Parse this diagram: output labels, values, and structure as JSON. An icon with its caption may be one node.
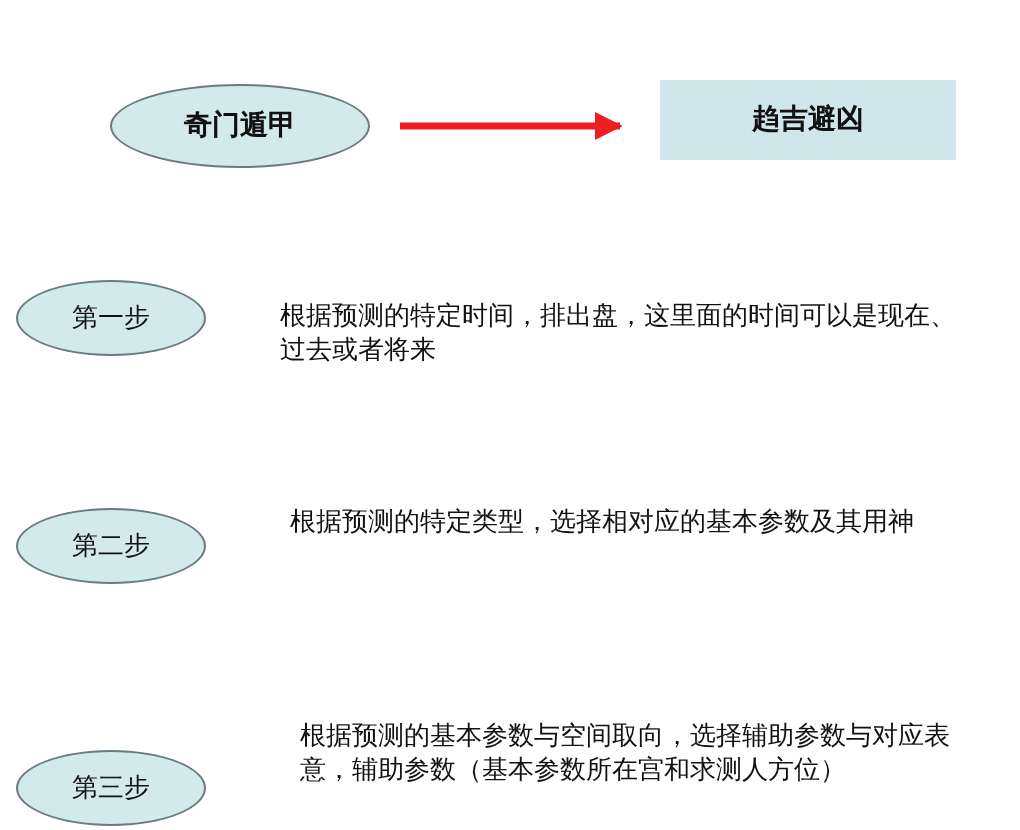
{
  "diagram": {
    "nodes": [
      {
        "text": [
          "奇门遁甲"
        ]
      },
      {
        "text": [
          "趋吉避凶"
        ]
      },
      {
        "text": [
          "第一步"
        ],
        "beside": [
          "根据预测的特定时间，排出盘，这里面的时间可以是现在、过去或者将来"
        ]
      },
      {
        "text": [
          "第二步"
        ],
        "beside": [
          "根据预测的特定类型，选择相对应的基本参数及其用神"
        ]
      },
      {
        "text": [
          "第三步"
        ],
        "beside": [
          "根据预测的基本参数与空间取向，选择辅助参数与对应表意，辅助参数（基本参数所在宫和求测人方位）"
        ]
      }
    ],
    "edges": [
      {
        "from": 0,
        "to": 1,
        "arrow": "to",
        "color": "#ee1c25"
      }
    ]
  }
}
